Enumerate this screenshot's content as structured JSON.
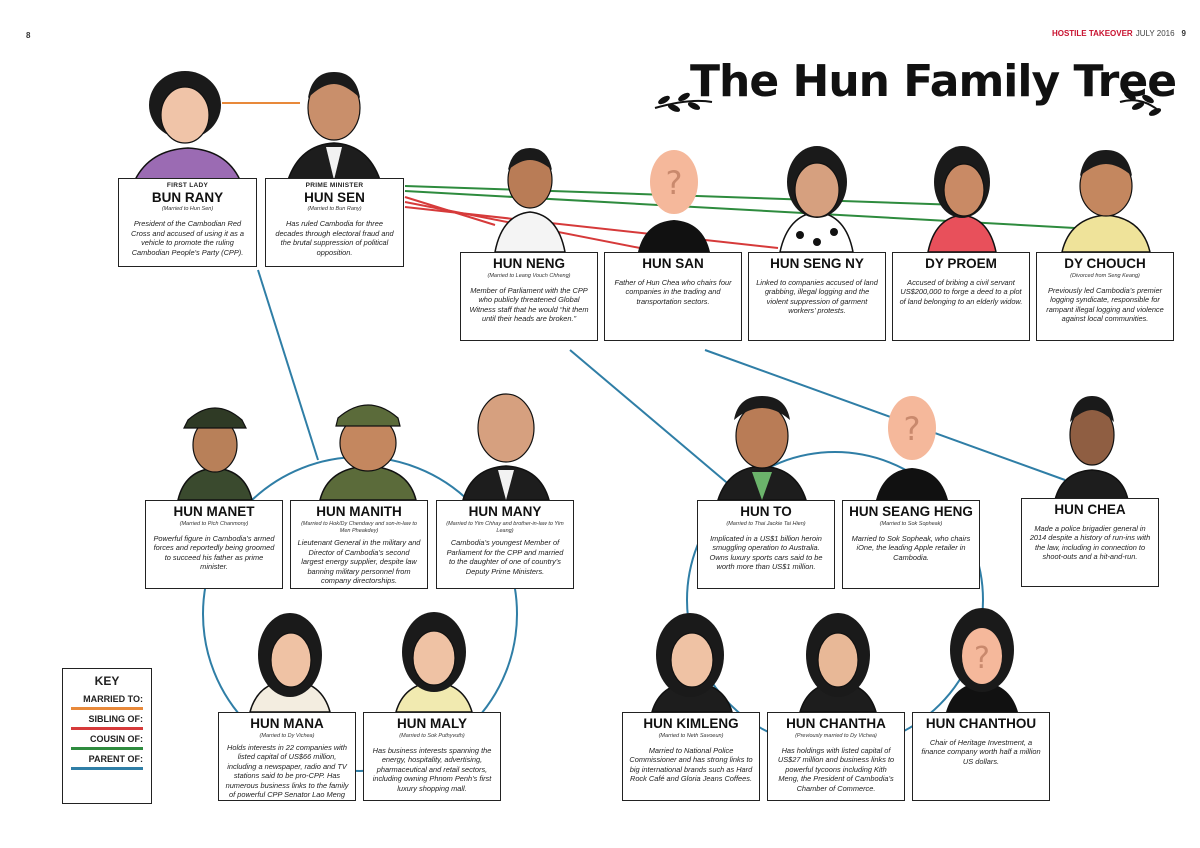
{
  "header": {
    "page_left": "8",
    "page_right": "9",
    "publication": "HOSTILE TAKEOVER",
    "date": "JULY 2016"
  },
  "title": "The Hun Family Tree",
  "colors": {
    "married": "#e8893a",
    "sibling": "#d63a3a",
    "cousin": "#2e8b3e",
    "parent": "#2f7ea6"
  },
  "key": {
    "title": "KEY",
    "items": [
      {
        "label": "MARRIED TO:",
        "color": "#e8893a"
      },
      {
        "label": "SIBLING OF:",
        "color": "#d63a3a"
      },
      {
        "label": "COUSIN OF:",
        "color": "#2e8b3e"
      },
      {
        "label": "PARENT OF:",
        "color": "#2f7ea6"
      }
    ]
  },
  "people": {
    "bun_rany": {
      "role": "FIRST LADY",
      "name": "BUN RANY",
      "sub": "(Married to Hun Sen)",
      "desc": "President of the Cambodian Red Cross and accused of using it as a vehicle to promote the ruling Cambodian People’s Party (CPP)."
    },
    "hun_sen": {
      "role": "PRIME MINISTER",
      "name": "HUN SEN",
      "sub": "(Married to Bun Rany)",
      "desc": "Has ruled Cambodia for three decades through electoral fraud and the brutal suppression of political opposition."
    },
    "hun_neng": {
      "name": "HUN NENG",
      "sub": "(Married to Leang Vouch Chheng)",
      "desc": "Member of Parliament with the CPP who publicly threatened Global Witness staff that he would “hit them until their heads are broken.”"
    },
    "hun_san": {
      "name": "HUN SAN",
      "sub": "",
      "desc": "Father of Hun Chea who chairs four companies in the trading and transportation sectors."
    },
    "hun_seng_ny": {
      "name": "HUN SENG NY",
      "sub": "",
      "desc": "Linked to companies accused of land grabbing, illegal logging and the violent suppression of garment workers’ protests."
    },
    "dy_proem": {
      "name": "DY PROEM",
      "sub": "",
      "desc": "Accused of bribing a civil servant US$200,000 to forge a deed to a plot of land belonging to an elderly widow."
    },
    "dy_chouch": {
      "name": "DY CHOUCH",
      "sub": "(Divorced from Seng Keang)",
      "desc": "Previously led Cambodia’s premier logging syndicate, responsible for rampant illegal logging and violence against local communities."
    },
    "hun_manet": {
      "name": "HUN MANET",
      "sub": "(Married to Pich Chanmony)",
      "desc": "Powerful figure in Cambodia’s armed forces and reportedly being groomed to succeed his father as prime minister."
    },
    "hun_manith": {
      "name": "HUN MANITH",
      "sub": "(Married to Hok/Dy Chendavy and son-in-law to Men Pheakdey)",
      "desc": "Lieutenant General in the military and Director of Cambodia’s second largest energy supplier, despite law banning military personnel from company directorships."
    },
    "hun_many": {
      "name": "HUN MANY",
      "sub": "(Married to Yim Chhay and brother-in-law to Yim Leang)",
      "desc": "Cambodia’s youngest Member of Parliament for the CPP and married to the daughter of one of country’s Deputy Prime Ministers."
    },
    "hun_to": {
      "name": "HUN TO",
      "sub": "(Married to Thai Jackie Tai Hien)",
      "desc": "Implicated in a US$1 billion heroin smuggling operation to Australia. Owns luxury sports cars said to be worth more than US$1 million."
    },
    "hun_seang_heng": {
      "name": "HUN SEANG HENG",
      "sub": "(Married to Sok Sopheak)",
      "desc": "Married to Sok Sopheak, who chairs iOne, the leading Apple retailer in Cambodia."
    },
    "hun_chea": {
      "name": "HUN CHEA",
      "sub": "",
      "desc": "Made a police brigadier general in 2014 despite a history of run-ins with the law, including in connection to shoot-outs and a hit-and-run."
    },
    "hun_mana": {
      "name": "HUN MANA",
      "sub": "(Married to Dy Vichea)",
      "desc": "Holds interests in 22 companies with listed capital of US$66 million, including a newspaper, radio and TV stations said to be pro-CPP. Has numerous business links to the family of powerful CPP Senator Lao Meng Khin."
    },
    "hun_maly": {
      "name": "HUN MALY",
      "sub": "(Married to Sok Puthyvuth)",
      "desc": "Has business interests spanning the energy, hospitality, advertising, pharmaceutical and retail sectors, including owning Phnom Penh’s first luxury shopping mall."
    },
    "hun_kimleng": {
      "name": "HUN KIMLENG",
      "sub": "(Married to Neth Savoeun)",
      "desc": "Married to National Police Commissioner and has strong links to big international brands such as Hard Rock Café and Gloria Jeans Coffees."
    },
    "hun_chantha": {
      "name": "HUN CHANTHA",
      "sub": "(Previously married to Dy Vichea)",
      "desc": "Has holdings with listed capital of US$27 million and business links to powerful tycoons including Kith Meng, the President of Cambodia’s Chamber of Commerce."
    },
    "hun_chanthou": {
      "name": "HUN CHANTHOU",
      "sub": "",
      "desc": "Chair of Heritage Investment, a finance company worth half a million US dollars."
    }
  }
}
